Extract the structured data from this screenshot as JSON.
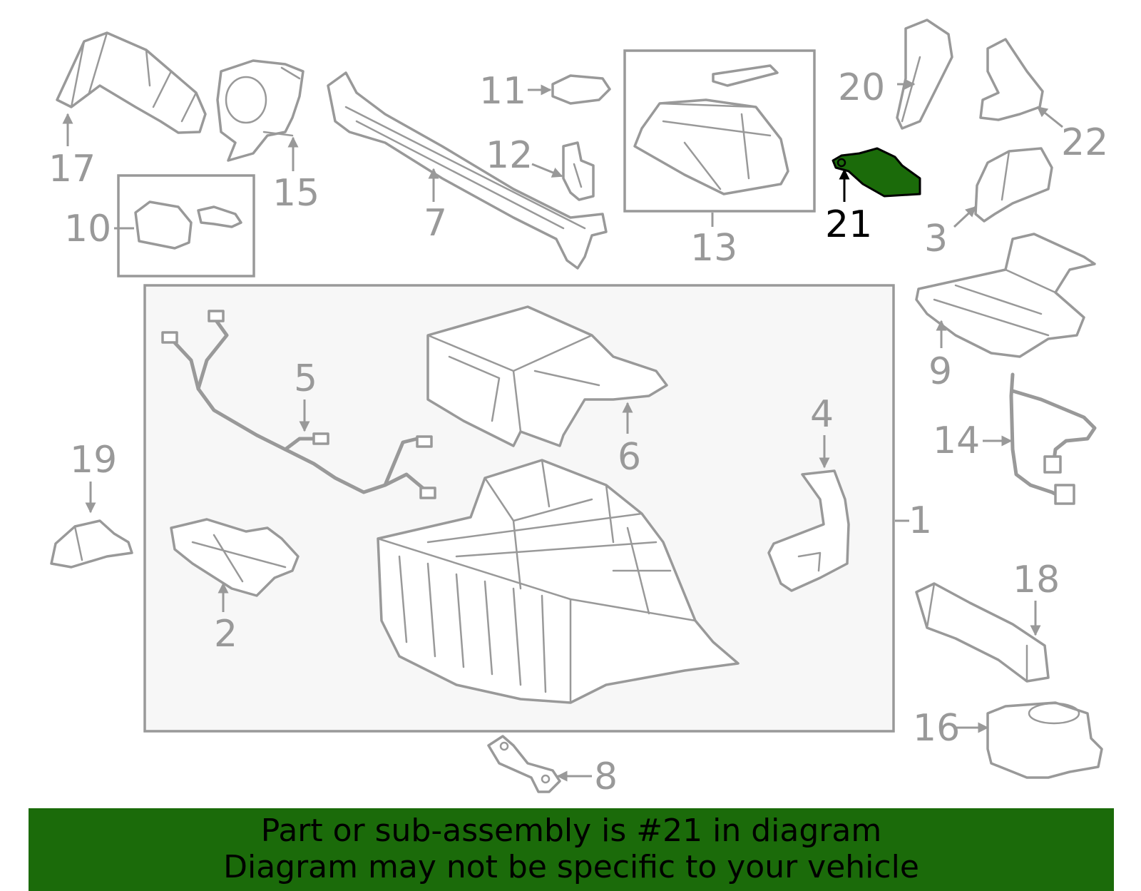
{
  "callouts": {
    "c1": "1",
    "c2": "2",
    "c3": "3",
    "c4": "4",
    "c5": "5",
    "c6": "6",
    "c7": "7",
    "c8": "8",
    "c9": "9",
    "c10": "10",
    "c11": "11",
    "c12": "12",
    "c13": "13",
    "c14": "14",
    "c15": "15",
    "c16": "16",
    "c17": "17",
    "c18": "18",
    "c19": "19",
    "c20": "20",
    "c21": "21",
    "c22": "22"
  },
  "highlight": {
    "part": "21",
    "color": "#1b6b0a"
  },
  "banner": {
    "line1": "Part or sub-assembly is #21 in diagram",
    "line2": "Diagram may not be specific to your vehicle",
    "color": "#1b6b0a"
  }
}
